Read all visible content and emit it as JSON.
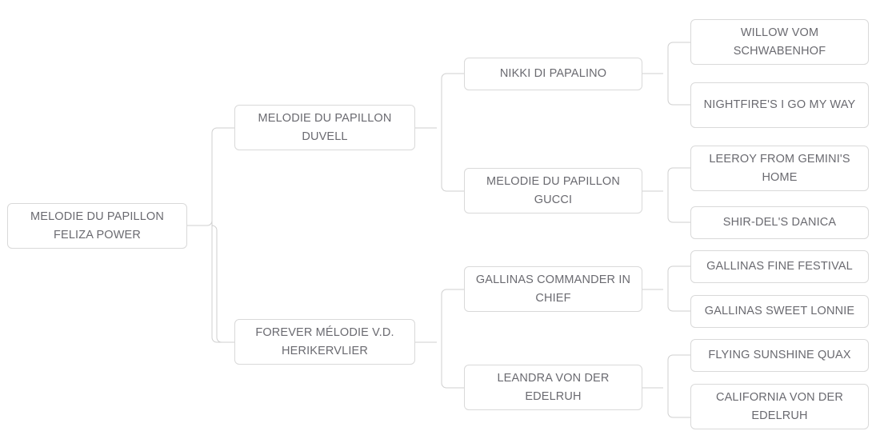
{
  "diagram": {
    "type": "pedigree-tree",
    "title": "",
    "orientation": "left-to-right",
    "colors": {
      "background": "#ffffff",
      "node_border": "#d9d9d9",
      "node_fill": "#ffffff",
      "text": "#6a6a70",
      "connector": "#cfcfcf"
    },
    "generations": 4
  },
  "nodes": {
    "root": {
      "label": "MELODIE DU PAPILLON FELIZA POWER",
      "generation": 1
    },
    "gen2": [
      {
        "id": "melodie-du-papillon-duvell",
        "label": "MELODIE DU PAPILLON DUVELL",
        "generation": 2
      },
      {
        "id": "forever-melodie-vd-herikervlier",
        "label": "FOREVER MÉLODIE V.D. HERIKERVLIER",
        "generation": 2
      }
    ],
    "gen3": [
      {
        "id": "nikki-di-papalino",
        "label": "NIKKI DI PAPALINO",
        "generation": 3,
        "parent": "melodie-du-papillon-duvell"
      },
      {
        "id": "melodie-du-papillon-gucci",
        "label": "MELODIE DU PAPILLON GUCCI",
        "generation": 3,
        "parent": "melodie-du-papillon-duvell"
      },
      {
        "id": "gallinas-commander-in-chief",
        "label": "GALLINAS COMMANDER IN CHIEF",
        "generation": 3,
        "parent": "forever-melodie-vd-herikervlier"
      },
      {
        "id": "leandra-von-der-edelruh",
        "label": "LEANDRA VON DER EDELRUH",
        "generation": 3,
        "parent": "forever-melodie-vd-herikervlier"
      }
    ],
    "gen4": [
      {
        "id": "willow-vom-schwabenhof",
        "label": "WILLOW VOM SCHWABENHOF",
        "generation": 4,
        "parent": "nikki-di-papalino"
      },
      {
        "id": "nightfires-i-go-my-way",
        "label": "NIGHTFIRE'S I GO MY WAY",
        "generation": 4,
        "parent": "nikki-di-papalino"
      },
      {
        "id": "leeroy-from-geminis-home",
        "label": "LEEROY FROM GEMINI'S HOME",
        "generation": 4,
        "parent": "melodie-du-papillon-gucci"
      },
      {
        "id": "shir-dels-danica",
        "label": "SHIR-DEL'S DANICA",
        "generation": 4,
        "parent": "melodie-du-papillon-gucci"
      },
      {
        "id": "gallinas-fine-festival",
        "label": "GALLINAS FINE FESTIVAL",
        "generation": 4,
        "parent": "gallinas-commander-in-chief"
      },
      {
        "id": "gallinas-sweet-lonnie",
        "label": "GALLINAS SWEET LONNIE",
        "generation": 4,
        "parent": "gallinas-commander-in-chief"
      },
      {
        "id": "flying-sunshine-quax",
        "label": "FLYING SUNSHINE QUAX",
        "generation": 4,
        "parent": "leandra-von-der-edelruh"
      },
      {
        "id": "california-von-der-edelruh",
        "label": "CALIFORNIA VON DER EDELRUH",
        "generation": 4,
        "parent": "leandra-von-der-edelruh"
      }
    ]
  }
}
